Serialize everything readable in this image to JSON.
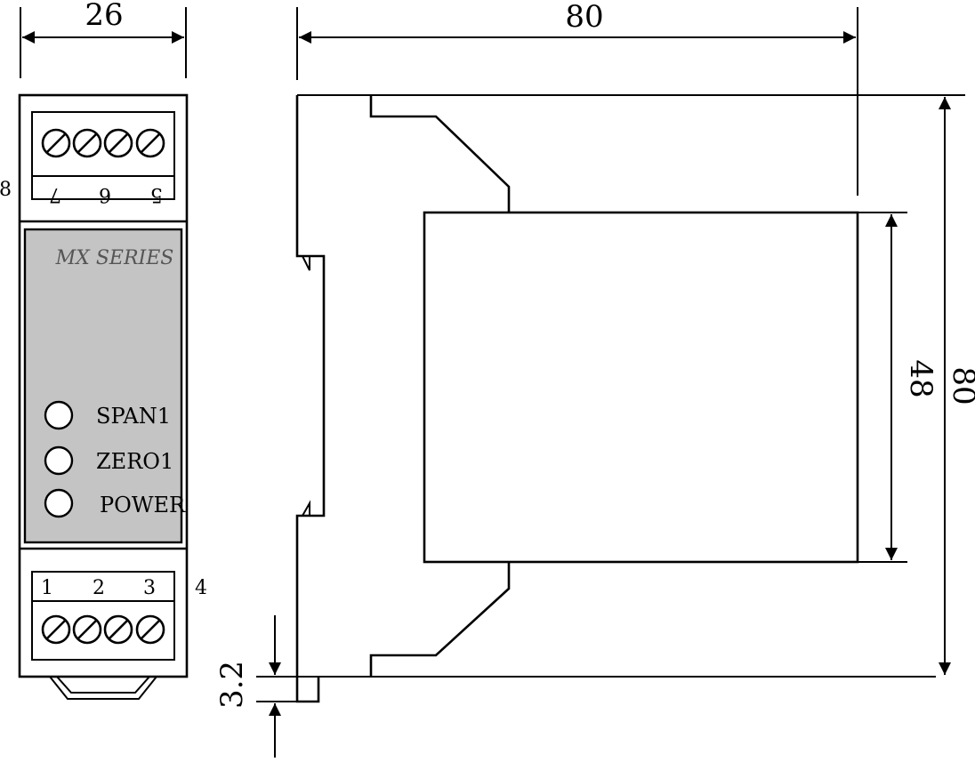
{
  "dimensions": {
    "width_front": "26",
    "depth_side": "80",
    "height_total": "80",
    "height_body": "48",
    "foot_offset": "3.2"
  },
  "front_panel": {
    "series_label": "MX SERIES",
    "indicators": [
      "SPAN1",
      "ZERO1",
      "POWER"
    ],
    "top_terminals": [
      "8",
      "7",
      "6",
      "5"
    ],
    "bottom_terminals": [
      "1",
      "2",
      "3",
      "4"
    ]
  }
}
